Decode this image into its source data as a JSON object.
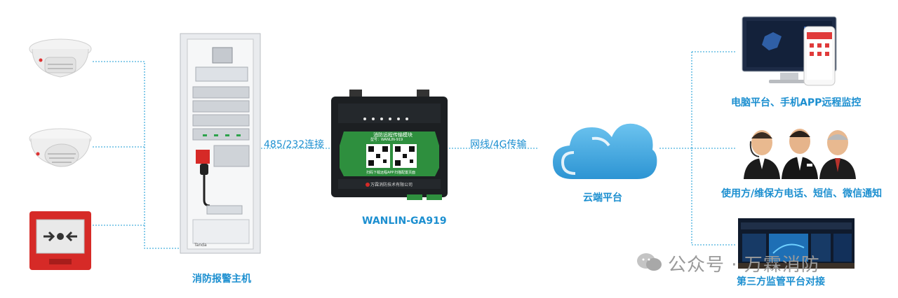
{
  "labels": {
    "alarm_host": "消防报警主机",
    "connection_wired": "485/232连接",
    "device_model": "WANLIN-GA919",
    "connection_net": "网线/4G传输",
    "cloud": "云端平台",
    "pc_app": "电脑平台、手机APP远程监控",
    "notify": "使用方/维保方电话、短信、微信通知",
    "third_party": "第三方监管平台对接"
  },
  "device": {
    "panel_title": "消防远程传输模块",
    "model_line": "型号：WANLIN-919",
    "qr_left_caption": "扫码下载远程APP",
    "qr_right_caption": "扫描配置页面",
    "company": "万霖消防技术有限公司"
  },
  "watermark": {
    "text": "公众号 · 万霖消防"
  },
  "colors": {
    "accent": "#1c8fd0",
    "line": "#49b0de",
    "device_green": "#2e8f3e",
    "alarm_red": "#d62a27"
  }
}
